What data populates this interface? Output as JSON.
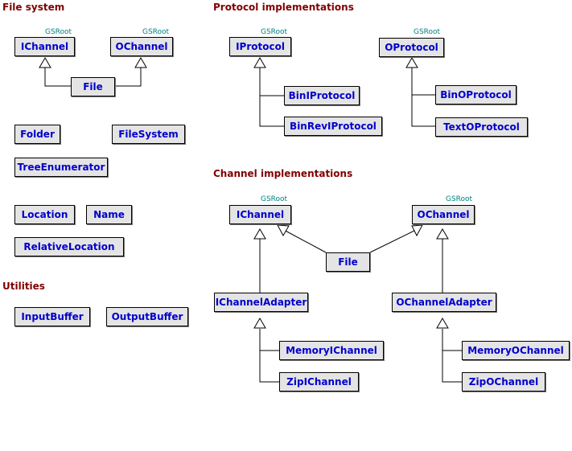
{
  "sections": {
    "file_system": "File system",
    "protocol_impl": "Protocol implementations",
    "channel_impl": "Channel implementations",
    "utilities": "Utilities"
  },
  "stereotype": "GSRoot",
  "classes": {
    "fs_ichannel": "IChannel",
    "fs_ochannel": "OChannel",
    "fs_file": "File",
    "folder": "Folder",
    "filesystem": "FileSystem",
    "tree_enumerator": "TreeEnumerator",
    "location": "Location",
    "name": "Name",
    "relative_location": "RelativeLocation",
    "input_buffer": "InputBuffer",
    "output_buffer": "OutputBuffer",
    "iprotocol": "IProtocol",
    "oprotocol": "OProtocol",
    "bin_iprotocol": "BinIProtocol",
    "bin_rev_iprotocol": "BinRevIProtocol",
    "bin_oprotocol": "BinOProtocol",
    "text_oprotocol": "TextOProtocol",
    "ch_ichannel": "IChannel",
    "ch_ochannel": "OChannel",
    "ch_file": "File",
    "ichannel_adapter": "IChannelAdapter",
    "ochannel_adapter": "OChannelAdapter",
    "memory_ichannel": "MemoryIChannel",
    "zip_ichannel": "ZipIChannel",
    "memory_ochannel": "MemoryOChannel",
    "zip_ochannel": "ZipOChannel"
  },
  "colors": {
    "section_title": "#800000",
    "class_text": "#0000cc",
    "stereotype": "#008080",
    "box_fill": "#e4e4e4"
  }
}
